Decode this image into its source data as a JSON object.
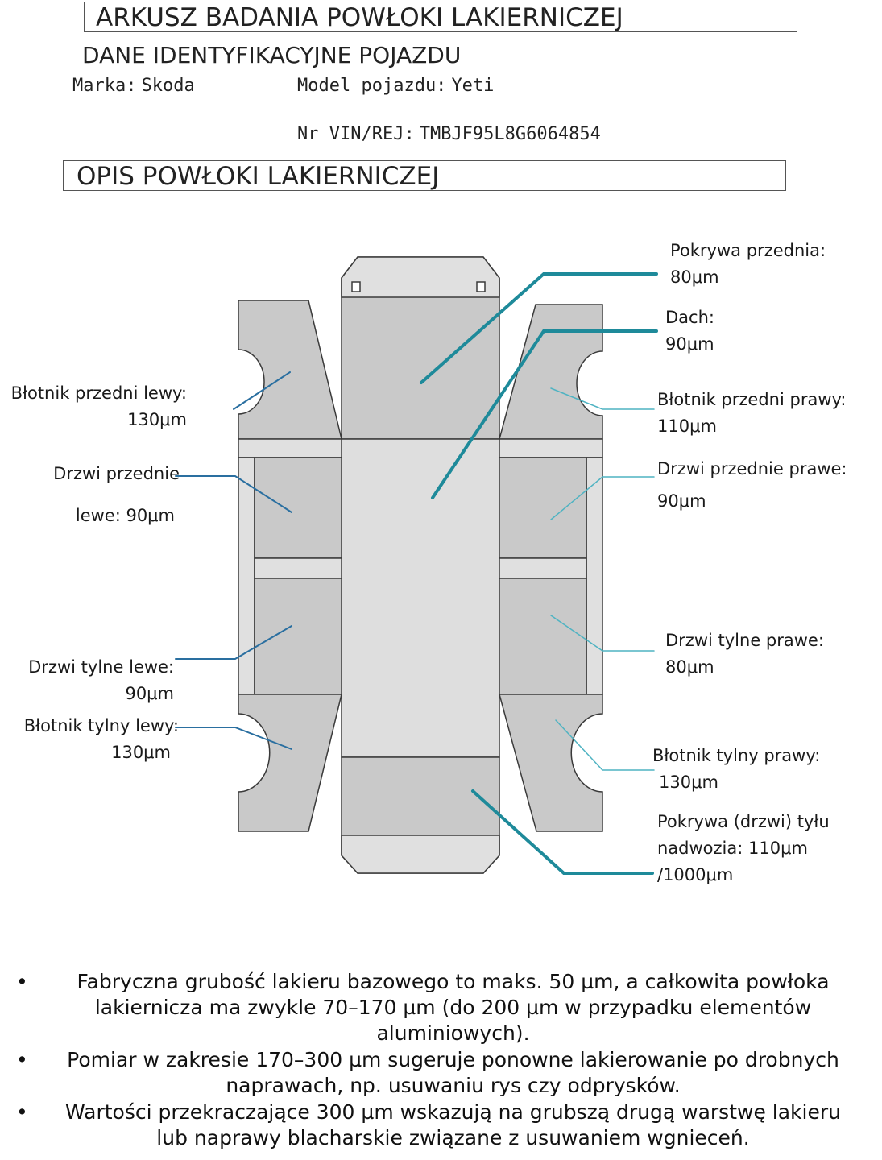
{
  "header": {
    "title": "ARKUSZ BADANIA POWŁOKI LAKIERNICZEJ",
    "subtitle": "DANE IDENTYFIKACYJNE POJAZDU",
    "section_title": "OPIS POWŁOKI LAKIERNICZEJ"
  },
  "vehicle": {
    "make_label": "Marka:",
    "make_value": "Skoda",
    "model_label": "Model pojazdu:",
    "model_value": "Yeti",
    "vin_label": "Nr VIN/REJ:",
    "vin_value": "TMBJF95L8G6064854"
  },
  "measurements": {
    "front_hood": {
      "label": "Pokrywa przednia:",
      "value": "80μm"
    },
    "roof": {
      "label": "Dach:",
      "value": "90μm"
    },
    "front_fender_left": {
      "label": "Błotnik przedni lewy:",
      "value": "130μm"
    },
    "front_fender_right": {
      "label": "Błotnik przedni prawy:",
      "value": "110μm"
    },
    "front_door_left": {
      "label": "Drzwi przednie",
      "value": "lewe: 90μm"
    },
    "front_door_right": {
      "label": "Drzwi przednie prawe:",
      "value": "90μm"
    },
    "rear_door_left": {
      "label": "Drzwi tylne lewe:",
      "value": "90μm"
    },
    "rear_door_right": {
      "label": "Drzwi tylne prawe:",
      "value": "80μm"
    },
    "rear_fender_left": {
      "label": "Błotnik tylny lewy:",
      "value": "130μm"
    },
    "rear_fender_right": {
      "label": "Błotnik tylny prawy:",
      "value": "130μm"
    },
    "tailgate": {
      "label_line1": "Pokrywa (drzwi) tyłu",
      "label_line2": "nadwozia: 110μm",
      "label_line3": "/1000μm"
    }
  },
  "notes": [
    "Fabryczna grubość lakieru bazowego to maks. 50 µm, a całkowita powłoka lakiernicza ma zwykle 70–170 µm (do 200 µm w przypadku elementów aluminiowych).",
    "Pomiar w zakresie 170–300 µm sugeruje ponowne lakierowanie po drobnych naprawach, np. usuwaniu rys czy odprysków.",
    "Wartości przekraczające 300 µm wskazują na grubszą drugą warstwę lakieru lub naprawy blacharskie związane z usuwaniem wgnieceń."
  ],
  "colors": {
    "panel": "#c9c9c9",
    "panel_light": "#e0e0e0",
    "outline": "#3a3a3a",
    "leader": "#1e8a9a",
    "leader_light": "#4fb3c2"
  }
}
